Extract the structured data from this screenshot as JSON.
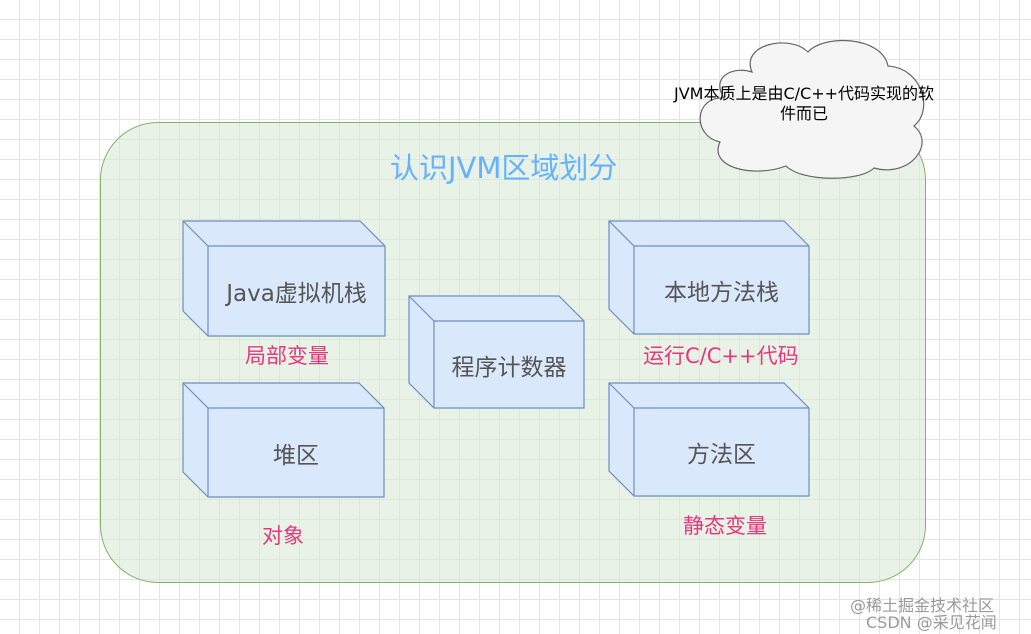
{
  "diagram": {
    "title": "认识JVM区域划分",
    "cloud_note": "JVM本质上是由C/C++代码实现的软件而已",
    "boxes": [
      {
        "id": "java-vm-stack",
        "label": "Java虚拟机栈",
        "note": "局部变量"
      },
      {
        "id": "native-method-stack",
        "label": "本地方法栈",
        "note": "运行C/C++代码"
      },
      {
        "id": "program-counter",
        "label": "程序计数器",
        "note": ""
      },
      {
        "id": "heap",
        "label": "堆区",
        "note": "对象"
      },
      {
        "id": "method-area",
        "label": "方法区",
        "note": "静态变量"
      }
    ]
  },
  "watermarks": [
    "@稀土掘金技术社区",
    "CSDN @采见花闻"
  ],
  "colors": {
    "grid": "#e4e4e4",
    "region_fill": "#d5e8d4",
    "region_border": "#82b366",
    "box_fill": "#dae8fc",
    "box_border": "#6c8ebf",
    "title": "#66b2ff",
    "note": "#e7377d",
    "cloud_fill": "#f5f5f5",
    "cloud_border": "#666666"
  }
}
